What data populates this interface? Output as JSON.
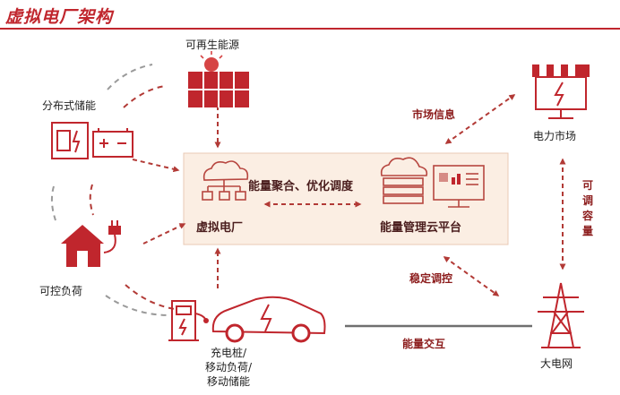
{
  "title": "虚拟电厂架构",
  "nodes": {
    "renewable": "可再生能源",
    "distributed_storage": "分布式储能",
    "controllable_load": "可控负荷",
    "charging_line1": "充电桩/",
    "charging_line2": "移动负荷/",
    "charging_line3": "移动储能",
    "vpp": "虚拟电厂",
    "cloud_platform": "能量管理云平台",
    "power_market": "电力市场",
    "grid": "大电网"
  },
  "links": {
    "aggregation": "能量聚合、优化调度",
    "market_info": "市场信息",
    "stable_control": "稳定调控",
    "energy_exchange": "能量交互",
    "adjustable_capacity": "可调容量"
  },
  "colors": {
    "accent": "#c0262d",
    "arrow": "#b23a36",
    "panel_fill": "#fbeee3",
    "panel_border": "#e8c9b5"
  }
}
